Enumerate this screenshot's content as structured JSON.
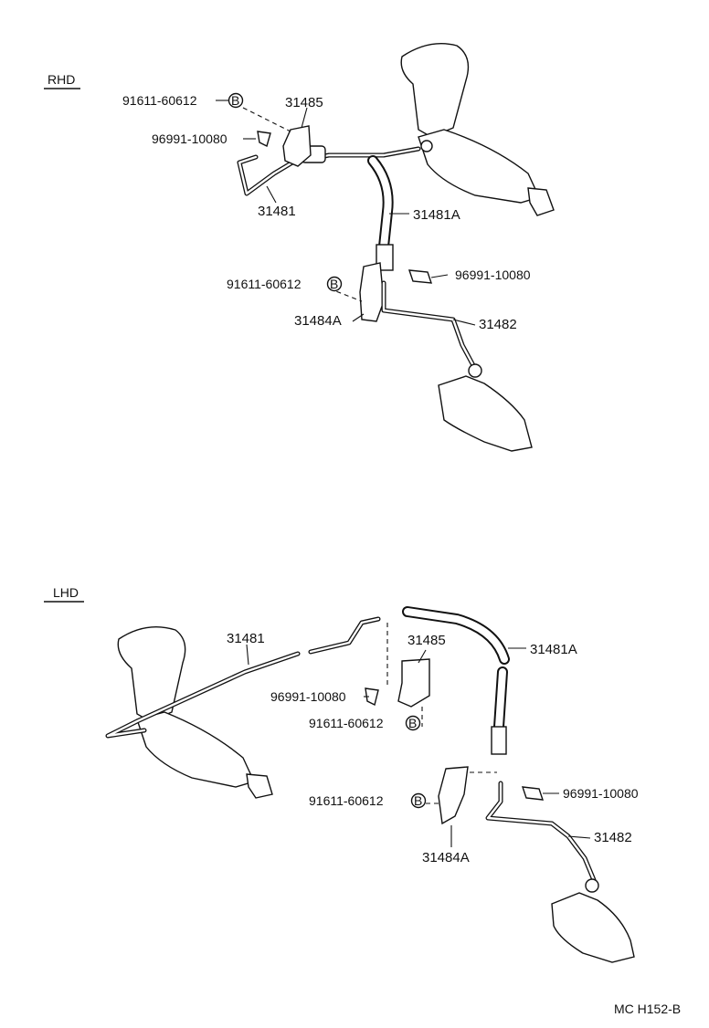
{
  "rhd": {
    "header": "RHD",
    "labels": {
      "bolt_top": "91611-60612",
      "bracket_top": "31485",
      "clip_top": "96991-10080",
      "pipe_upper": "31481",
      "hose": "31481A",
      "bolt_mid": "91611-60612",
      "clip_mid": "96991-10080",
      "bracket_lower": "31484A",
      "pipe_lower": "31482"
    },
    "bolt_marker": "B"
  },
  "lhd": {
    "header": "LHD",
    "labels": {
      "pipe_upper": "31481",
      "bracket_top": "31485",
      "hose": "31481A",
      "clip_top": "96991-10080",
      "bolt_top": "91611-60612",
      "bolt_lower": "91611-60612",
      "clip_lower": "96991-10080",
      "pipe_lower": "31482",
      "bracket_lower": "31484A"
    },
    "bolt_marker": "B"
  },
  "drawing_code": "MC H152-B"
}
